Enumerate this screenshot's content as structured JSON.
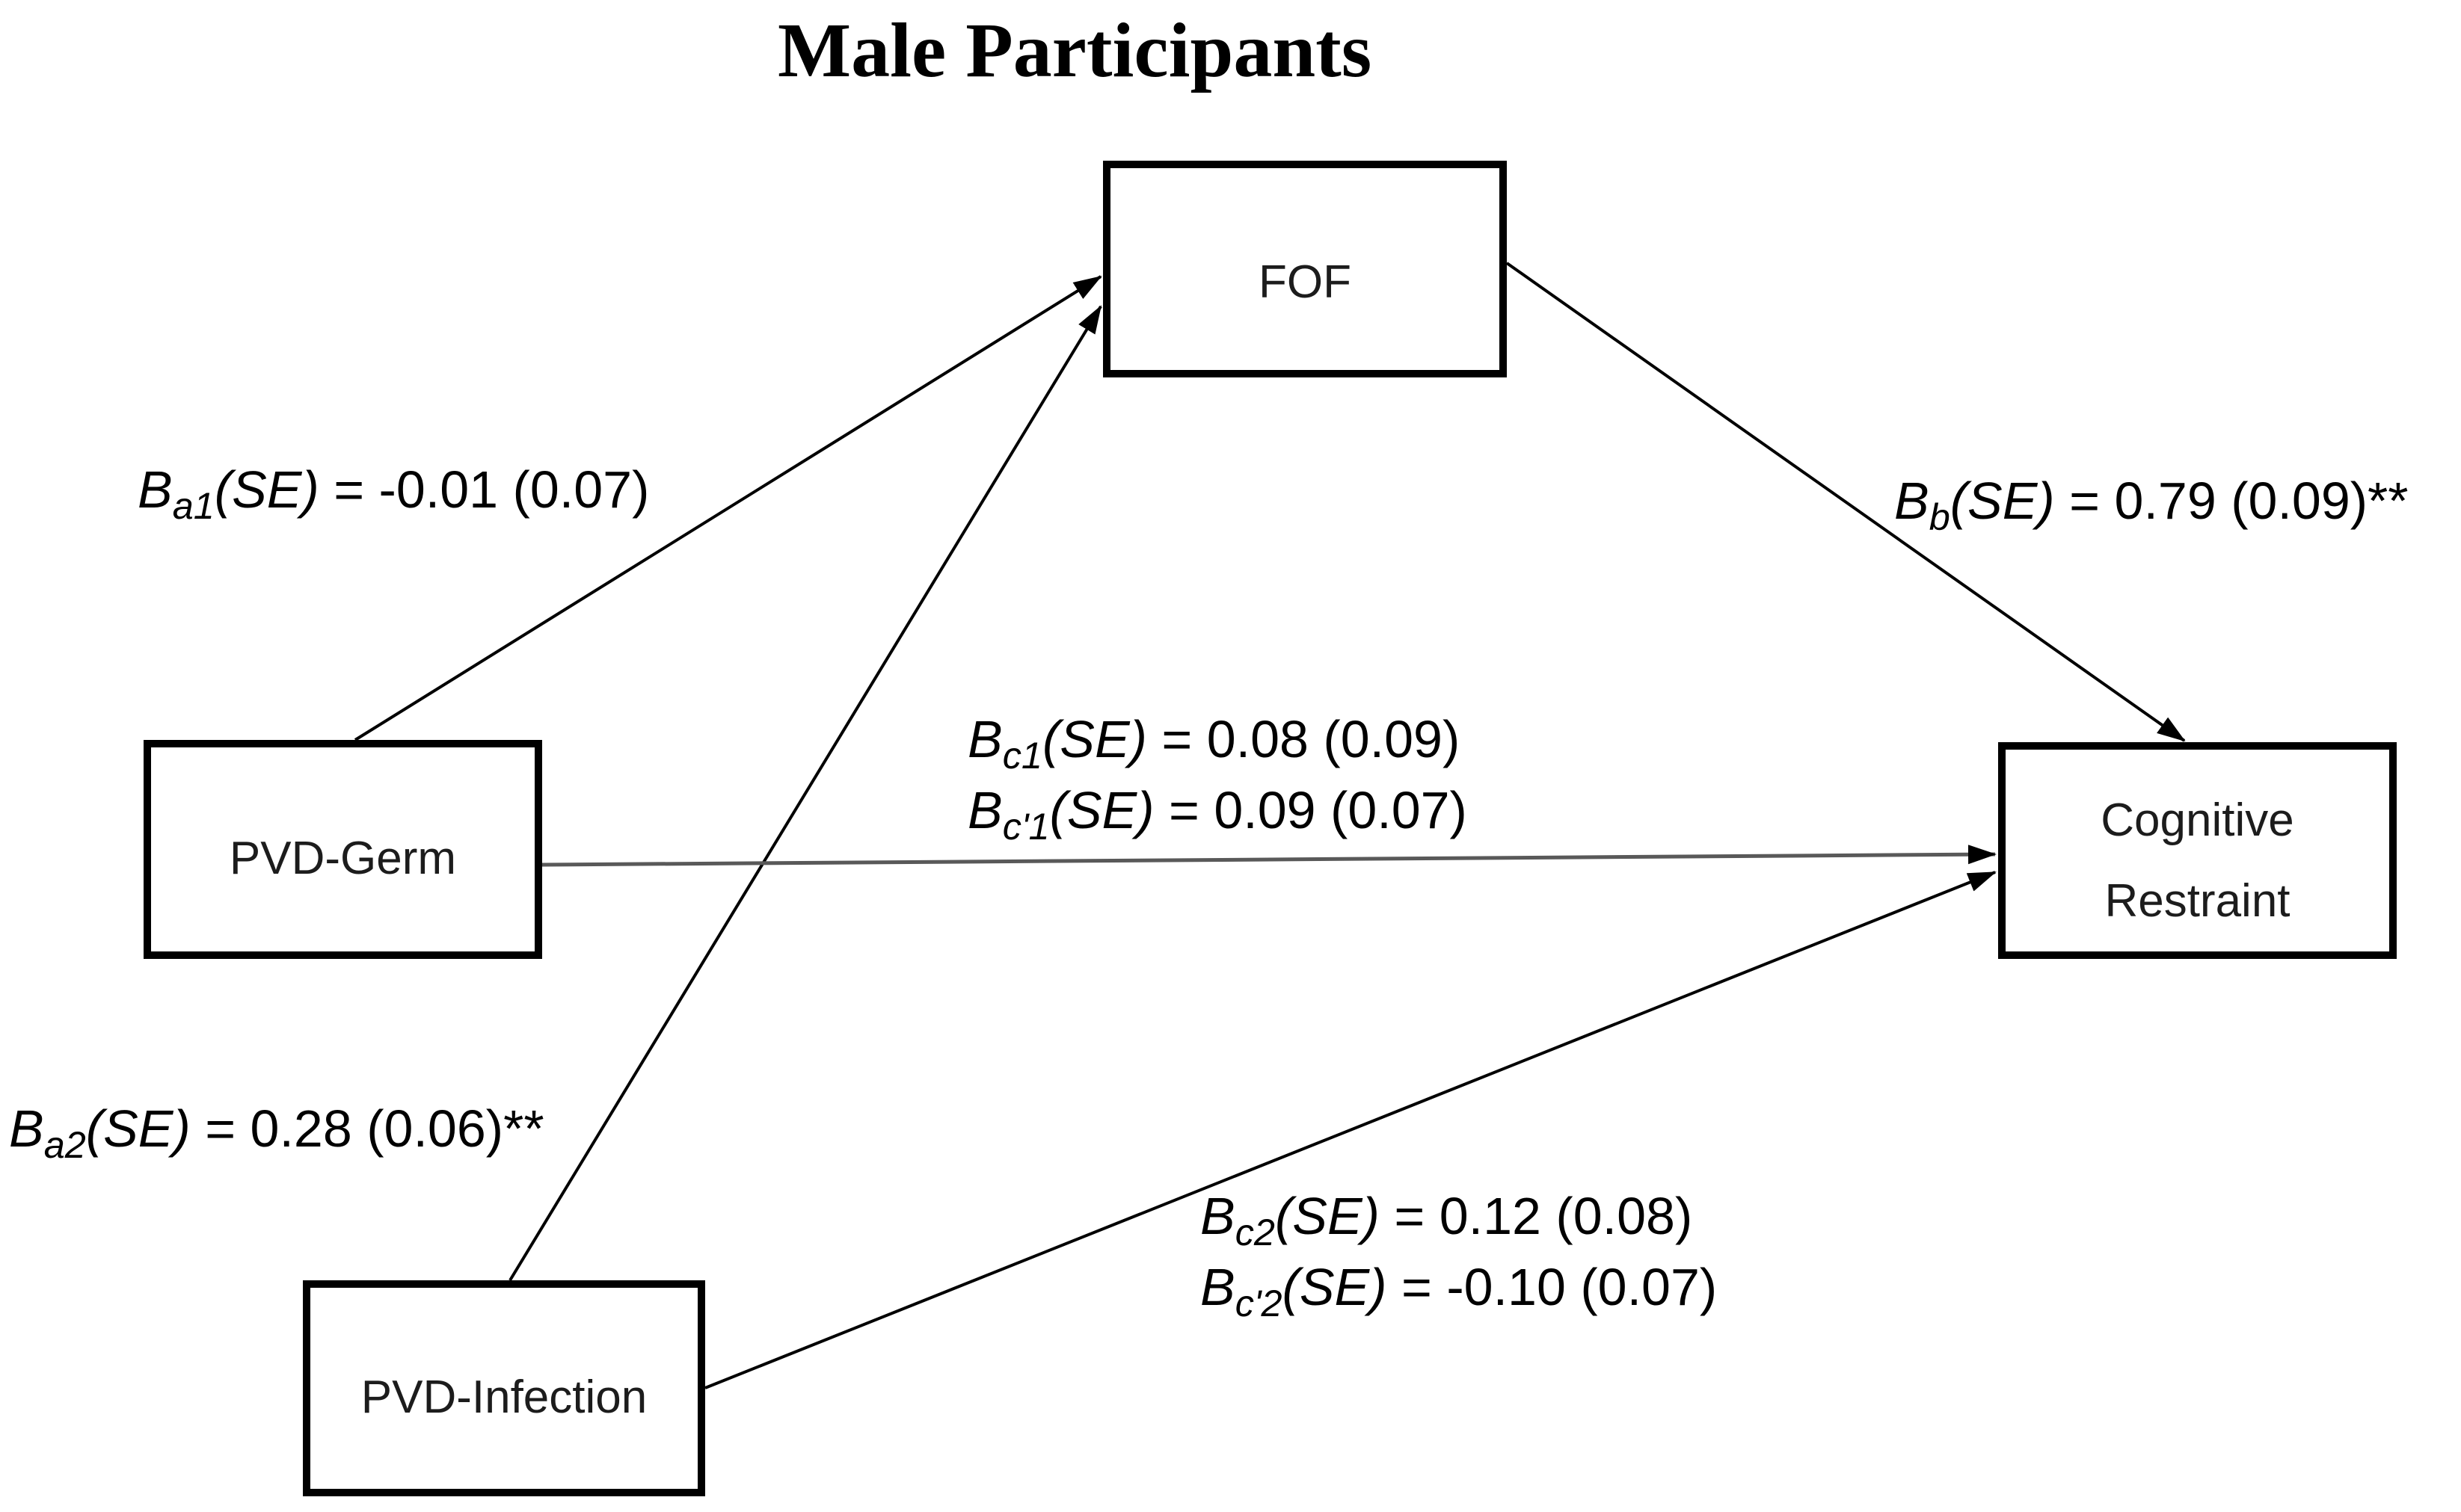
{
  "title": "Male Participants",
  "nodes": {
    "fof": {
      "label": "FOF"
    },
    "pvd_germ": {
      "label": "PVD-Germ"
    },
    "pvd_infection": {
      "label": "PVD-Infection"
    },
    "cognitive_restraint": {
      "line1": "Cognitive",
      "line2": "Restraint"
    }
  },
  "paths": {
    "a1": {
      "symbol": "B",
      "subscript": "a1",
      "se": "(SE)",
      "value": " = -0.01 (0.07)"
    },
    "a2": {
      "symbol": "B",
      "subscript": "a2",
      "se": "(SE)",
      "value": " = 0.28 (0.06)**"
    },
    "b": {
      "symbol": "B",
      "subscript": "b",
      "se": "(SE)",
      "value": " = 0.79 (0.09)**"
    },
    "c1": {
      "symbol": "B",
      "subscript": "c1",
      "se": "(SE)",
      "value": " = 0.08 (0.09)"
    },
    "c1p": {
      "symbol": "B",
      "subscript": "c'1",
      "se": "(SE)",
      "value": " = 0.09 (0.07)"
    },
    "c2": {
      "symbol": "B",
      "subscript": "c2",
      "se": "(SE)",
      "value": " = 0.12 (0.08)"
    },
    "c2p": {
      "symbol": "B",
      "subscript": "c'2",
      "se": "(SE)",
      "value": " = -0.10 (0.07)"
    }
  },
  "colors": {
    "line": "#000000",
    "direct_line": "#595959",
    "box_border": "#000000"
  }
}
